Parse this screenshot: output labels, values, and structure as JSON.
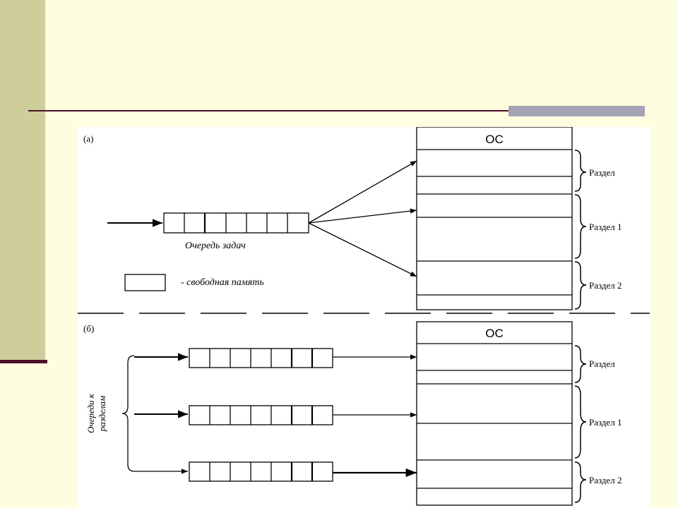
{
  "slide": {
    "colors": {
      "background": "#FFFDE0",
      "side_bar": "#CECE9C",
      "rule": "#4E0F2A",
      "accent": "#A3A3B5",
      "figure_background": "#FFFFFF"
    }
  },
  "diagram": {
    "part_a": {
      "label": "(а)",
      "queue_caption": "Очередь задач",
      "legend_text": "-  свободная память",
      "os_label": "ОС",
      "partition_labels": [
        "Раздел",
        "Раздел 1",
        "Раздел 2"
      ]
    },
    "part_b": {
      "label": "(б)",
      "queues_caption_line1": "Очереди к",
      "queues_caption_line2": "разделам",
      "os_label": "ОС",
      "partition_labels": [
        "Раздел",
        "Раздел 1",
        "Раздел 2"
      ]
    }
  }
}
